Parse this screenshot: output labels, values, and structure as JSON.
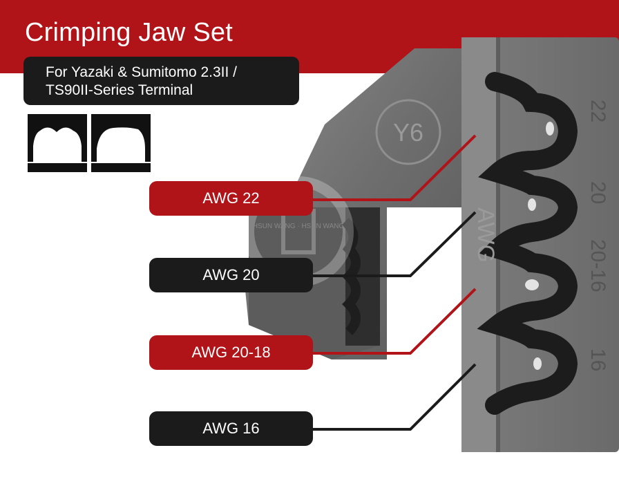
{
  "header": {
    "title": "Crimping Jaw Set",
    "subtitle_line1": "For Yazaki & Sumitomo 2.3II /",
    "subtitle_line2": "TS90II-Series Terminal"
  },
  "profile_icons": [
    "double-lobe-crimp-profile-icon",
    "single-arch-crimp-profile-icon"
  ],
  "jaw": {
    "die_marking": "Y6",
    "side_label": "AWG",
    "slot_numbers": [
      "22",
      "20",
      "20-16",
      "16"
    ],
    "watermark": "HSUN WANG · HSUN WANG"
  },
  "callouts": [
    {
      "label": "AWG 22",
      "style": "red"
    },
    {
      "label": "AWG 20",
      "style": "dark"
    },
    {
      "label": "AWG 20-18",
      "style": "red"
    },
    {
      "label": "AWG 16",
      "style": "dark"
    }
  ],
  "colors": {
    "brand_red": "#b01318",
    "label_dark": "#1b1b1b",
    "steel": "#6f6f6f"
  }
}
